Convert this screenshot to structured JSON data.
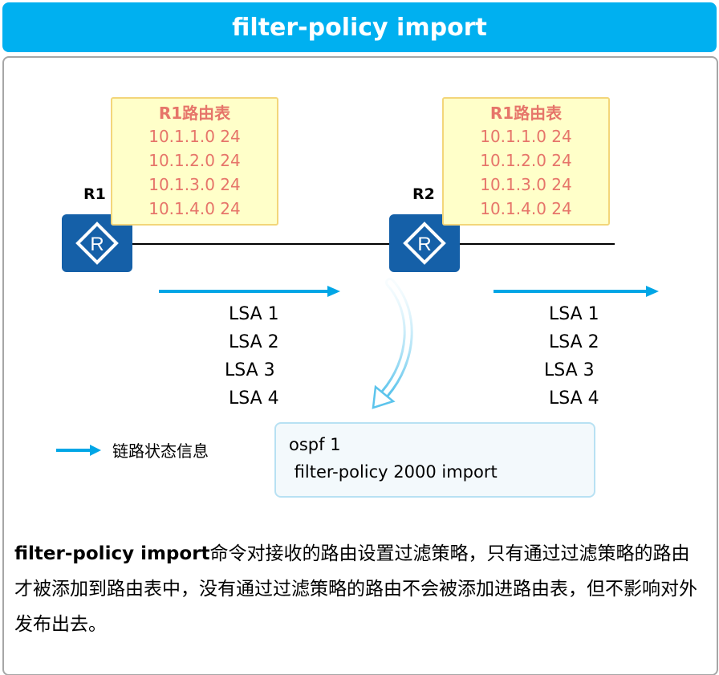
{
  "title": "filter-policy import",
  "routers": [
    {
      "label": "R1",
      "table": {
        "title": "R1路由表",
        "routes": [
          "10.1.1.0 24",
          "10.1.2.0 24",
          "10.1.3.0 24",
          "10.1.4.0 24"
        ]
      },
      "lsas": [
        "LSA 1",
        "LSA 2",
        "LSA 3",
        "LSA 4"
      ]
    },
    {
      "label": "R2",
      "table": {
        "title": "R1路由表",
        "routes": [
          "10.1.1.0 24",
          "10.1.2.0 24",
          "10.1.3.0 24",
          "10.1.4.0 24"
        ]
      },
      "lsas": [
        "LSA 1",
        "LSA 2",
        "LSA 3",
        "LSA 4"
      ]
    }
  ],
  "legend": {
    "label": "链路状态信息"
  },
  "config": {
    "lines": [
      "ospf 1",
      " filter-policy 2000 import"
    ]
  },
  "description": {
    "command": "filter-policy import",
    "text": "命令对接收的路由设置过滤策略，只有通过过滤策略的路由才被添加到路由表中，没有通过过滤策略的路由不会被添加进路由表，但不影响对外发布出去。"
  },
  "colors": {
    "title_bar": "#00b0f0",
    "router": "#1560a8",
    "table_bg": "#ffffc9",
    "table_text": "#e6756a",
    "arrow": "#00a6e6"
  },
  "icons": {
    "router": "router-icon",
    "flow": "arrow-right-icon",
    "filter": "curved-arrow-icon"
  }
}
